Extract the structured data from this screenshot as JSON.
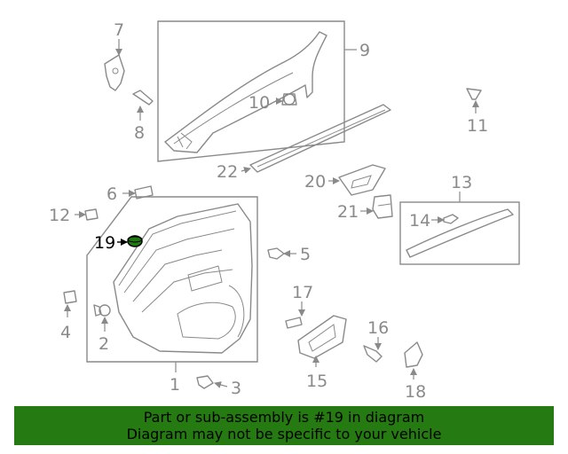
{
  "callouts": {
    "c1": "1",
    "c2": "2",
    "c3": "3",
    "c4": "4",
    "c5": "5",
    "c6": "6",
    "c7": "7",
    "c8": "8",
    "c9": "9",
    "c10": "10",
    "c11": "11",
    "c12": "12",
    "c13": "13",
    "c14": "14",
    "c15": "15",
    "c16": "16",
    "c17": "17",
    "c18": "18",
    "c19": "19",
    "c20": "20",
    "c21": "21",
    "c22": "22"
  },
  "highlight": {
    "part": "19",
    "color": "#000000"
  },
  "colors": {
    "line": "#8a8a8a",
    "banner": "#267a12",
    "highlight_part": "#1e7a10"
  },
  "banner": {
    "line1": "Part or sub-assembly is #19 in diagram",
    "line2": "Diagram may not be specific to your vehicle"
  }
}
